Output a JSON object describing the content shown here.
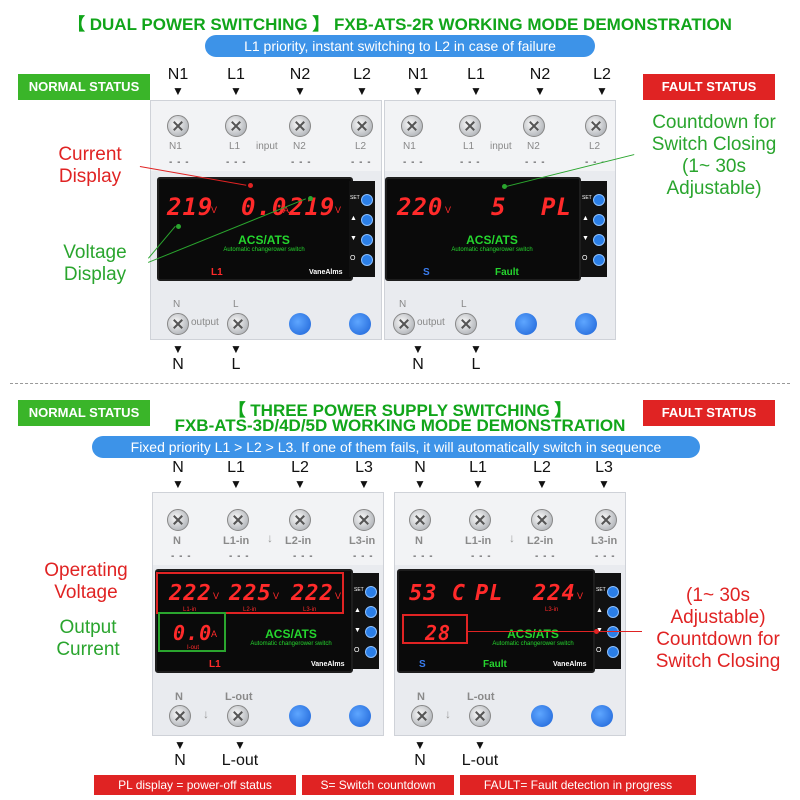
{
  "top": {
    "title": "【 DUAL POWER SWITCHING 】 FXB-ATS-2R WORKING MODE DEMONSTRATION",
    "subtitle": "L1 priority, instant switching to L2 in case of failure",
    "normal_status": "NORMAL STATUS",
    "fault_status": "FAULT STATUS",
    "left_terminals": [
      "N1",
      "L1",
      "N2",
      "L2"
    ],
    "right_terminals": [
      "N1",
      "L1",
      "N2",
      "L2"
    ],
    "input_label": "input",
    "output_label": "output",
    "out_terminals": [
      "N",
      "L"
    ],
    "left_display": {
      "v1": "219",
      "current": "0.0",
      "v2": "219",
      "indicator": "L1"
    },
    "right_display": {
      "v1": "220",
      "mid": "5",
      "right": "PL",
      "indicator_s": "S",
      "indicator_fault": "Fault"
    },
    "callouts": {
      "current_display": "Current\nDisplay",
      "voltage_display": "Voltage\nDisplay",
      "countdown": "Countdown for\nSwitch Closing\n(1~ 30s\nAdjustable)"
    }
  },
  "bottom": {
    "title1": "【 THREE POWER SUPPLY SWITCHING 】",
    "title2": "FXB-ATS-3D/4D/5D WORKING MODE DEMONSTRATION",
    "subtitle": "Fixed priority L1 > L2 > L3. If one of them fails, it will automatically switch in sequence",
    "normal_status": "NORMAL STATUS",
    "fault_status": "FAULT STATUS",
    "terminals": [
      "N",
      "L1",
      "L2",
      "L3"
    ],
    "in_labels": [
      "N",
      "L1-in",
      "L2-in",
      "L3-in"
    ],
    "out_labels": [
      "N",
      "L-out"
    ],
    "out_terminals": [
      "N",
      "L-out"
    ],
    "left_display": {
      "v1": "222",
      "v2": "225",
      "v3": "222",
      "sub1": "L1-in",
      "sub2": "L2-in",
      "sub3": "L3-in",
      "current": "0.0",
      "current_sub": "I-out",
      "indicator": "L1"
    },
    "right_display": {
      "left": "53 C",
      "mid": "PL",
      "v": "224",
      "sub": "L3-in",
      "countdown": "28",
      "indicator_s": "S",
      "indicator_fault": "Fault"
    },
    "callouts": {
      "operating_voltage": "Operating\nVoltage",
      "output_current": "Output\nCurrent",
      "countdown": "(1~ 30s\nAdjustable)\nCountdown for\nSwitch Closing"
    }
  },
  "common": {
    "acs": "ACS/ATS",
    "acs_sub": "Automatic changerower switch",
    "brand": "VaneAlms",
    "buttons": [
      "SET",
      "▲",
      "▼",
      "O"
    ],
    "unit_v": "V",
    "unit_a": "A"
  },
  "legend": {
    "pl": "PL display = power-off status",
    "s": "S= Switch countdown",
    "fault": "FAULT= Fault detection in progress"
  },
  "colors": {
    "accent_green": "#11a51a",
    "accent_red": "#e02323",
    "accent_blue": "#3d93e8",
    "segment_red": "#ff2a2a",
    "lcd_green": "#25d52e"
  }
}
